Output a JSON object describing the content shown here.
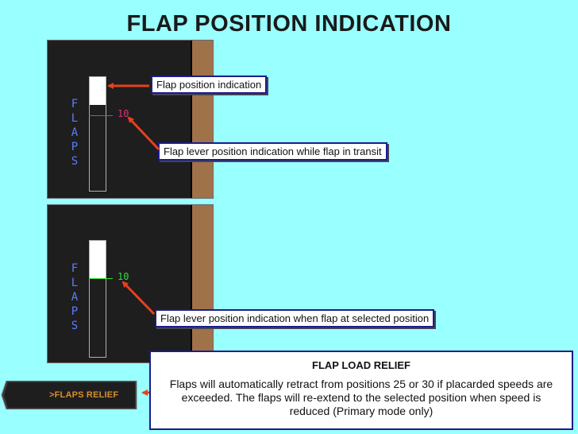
{
  "title": "FLAP POSITION INDICATION",
  "panel1": {
    "letters": [
      "F",
      "L",
      "A",
      "P",
      "S"
    ],
    "lever_value": "10",
    "lever_color": "#e0307a"
  },
  "panel2": {
    "letters": [
      "F",
      "L",
      "A",
      "P",
      "S"
    ],
    "lever_value": "10",
    "lever_color": "#33dd33"
  },
  "callouts": {
    "flap_position": "Flap position indication",
    "lever_transit": "Flap lever position indication while flap in transit",
    "lever_selected": "Flap lever position indication when flap at selected position"
  },
  "relief_button": {
    "label": ">FLAPS RELIEF"
  },
  "relief_box": {
    "title": "FLAP LOAD RELIEF",
    "body": "Flaps will automatically retract from positions 25 or 30 if placarded speeds are exceeded. The flaps will re-extend to the selected position when speed is reduced (Primary mode only)"
  },
  "colors": {
    "background": "#99ffff",
    "arrow": "#e8401c",
    "callout_border": "#1c1c8c",
    "brown_strip": "#a0724a"
  }
}
